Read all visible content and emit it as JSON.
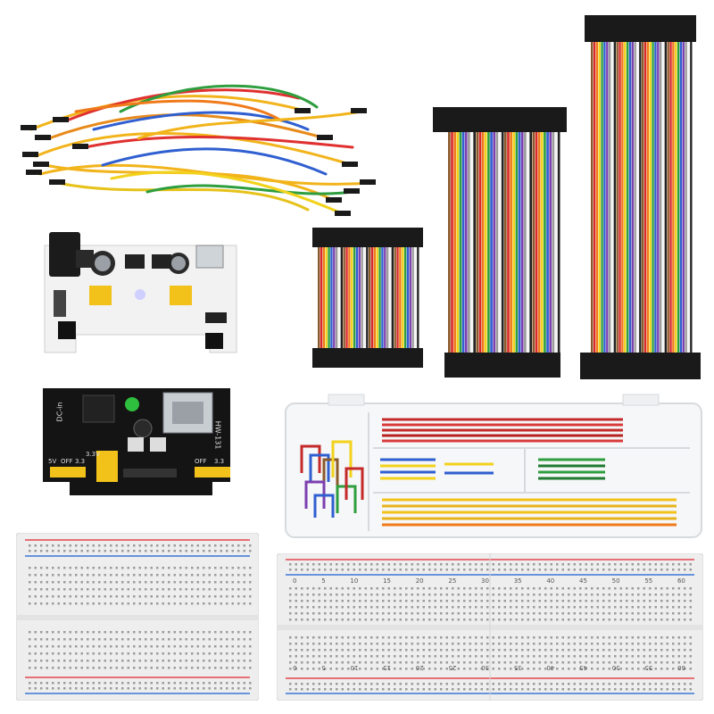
{
  "psu1": {
    "label_5v": "5V",
    "label_off": "OFF",
    "label_33": "3.3",
    "label_33v": "3.3V",
    "label_dc": "DC-in",
    "label_model": "HW-131",
    "label_off2": "OFF",
    "label_33r": "3.3"
  },
  "breadboard_right": {
    "ticks_top": [
      "0",
      "5",
      "10",
      "15",
      "20",
      "25",
      "30",
      "35",
      "40",
      "45",
      "50",
      "55",
      "60"
    ],
    "ticks_bottom": [
      "60",
      "55",
      "50",
      "45",
      "40",
      "35",
      "30",
      "25",
      "20",
      "15",
      "10",
      "5",
      "0"
    ]
  },
  "colors": {
    "rainbow": [
      "#8a5a2b",
      "#d92a2a",
      "#f07a1a",
      "#f2d21b",
      "#2e9e3e",
      "#2f5fd0",
      "#7b3fb0",
      "#9a9a9a",
      "#f5f5f5",
      "#222222"
    ],
    "pcb_white": "#f2f2f2",
    "pcb_black": "#141414",
    "breadboard": "#eeeeee",
    "rail_red": "#e4474f",
    "rail_blue": "#3a77d6"
  }
}
